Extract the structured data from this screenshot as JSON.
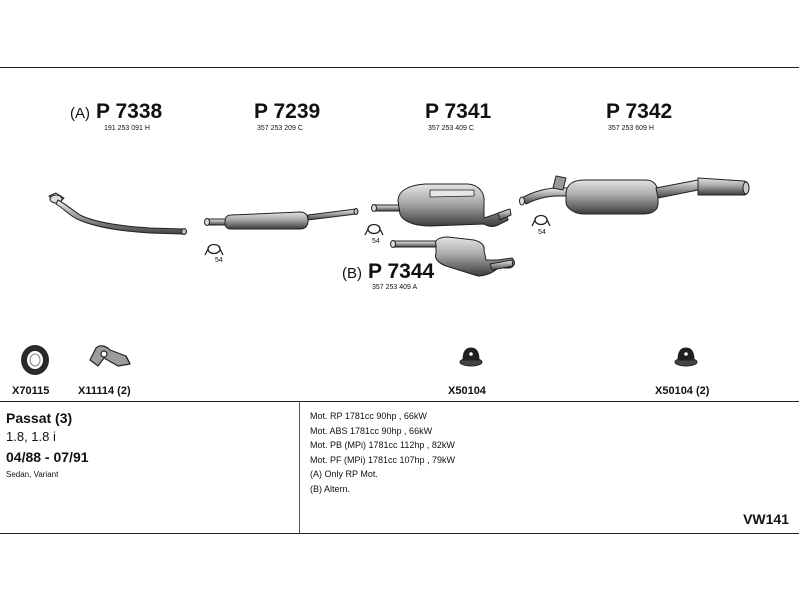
{
  "parts": [
    {
      "id": "p7338",
      "prefix": "(A)",
      "number": "P 7338",
      "oe": "191 253 091 H",
      "clamp": "54"
    },
    {
      "id": "p7239",
      "prefix": "",
      "number": "P 7239",
      "oe": "357 253 209 C",
      "clamp": ""
    },
    {
      "id": "p7341",
      "prefix": "",
      "number": "P 7341",
      "oe": "357 253 409 C",
      "clamp": "54"
    },
    {
      "id": "p7342",
      "prefix": "",
      "number": "P 7342",
      "oe": "357 253 609 H",
      "clamp": "54"
    },
    {
      "id": "p7344",
      "prefix": "(B)",
      "number": "P 7344",
      "oe": "357 253 409 A",
      "clamp": ""
    }
  ],
  "accessories": [
    {
      "code": "X70115",
      "icon": "gasket-ring-icon"
    },
    {
      "code": "X11114 (2)",
      "icon": "clamp-bracket-icon"
    },
    {
      "code": "X50104",
      "icon": "rubber-hanger-icon"
    },
    {
      "code": "X50104 (2)",
      "icon": "rubber-hanger-icon"
    }
  ],
  "vehicle": {
    "model": "Passat (3)",
    "engine": "1.8, 1.8 i",
    "years": "04/88 - 07/91",
    "body": "Sedan, Variant"
  },
  "engines": [
    "Mot. RP 1781cc 90hp , 66kW",
    "Mot. ABS 1781cc 90hp , 66kW",
    "Mot. PB (MPi) 1781cc 112hp , 82kW",
    "Mot. PF (MPi) 1781cc 107hp , 79kW",
    "(A) Only RP Mot.",
    "(B) Altern."
  ],
  "reference": "VW141",
  "colors": {
    "line": "#222222",
    "part_fill": "#b5b5b5",
    "part_dark": "#555555"
  }
}
